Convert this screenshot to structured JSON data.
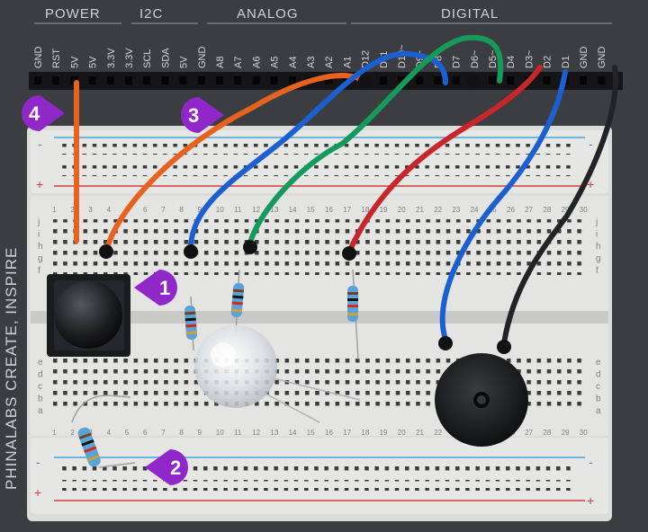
{
  "board": {
    "headers": [
      "POWER",
      "I2C",
      "ANALOG",
      "DIGITAL"
    ],
    "side_text": "PHINALABS  CREATE, INSPIRE",
    "rail_minus": "-",
    "rail_plus": "+"
  },
  "pins": [
    "GND",
    "RST",
    "5V",
    "5V",
    "3.3V",
    "3.3V",
    "SCL",
    "SDA",
    "5V",
    "GND",
    "A8",
    "A7",
    "A6",
    "A5",
    "A4",
    "A3",
    "A2",
    "A1",
    "D12",
    "D11",
    "D10~",
    "D9~",
    "D8",
    "D7",
    "D6~",
    "D5~",
    "D4",
    "D3~",
    "D2",
    "D1",
    "GND",
    "GND"
  ],
  "markers": [
    {
      "id": "marker-1",
      "label": "1"
    },
    {
      "id": "marker-2",
      "label": "2"
    },
    {
      "id": "marker-3",
      "label": "3"
    },
    {
      "id": "marker-4",
      "label": "4"
    }
  ],
  "wire_colors": {
    "orange": "#e8621f",
    "blue": "#1b5fd0",
    "green": "#149a5a",
    "red": "#c9252d",
    "black": "#222326"
  },
  "marker_color": "#8f27c9"
}
